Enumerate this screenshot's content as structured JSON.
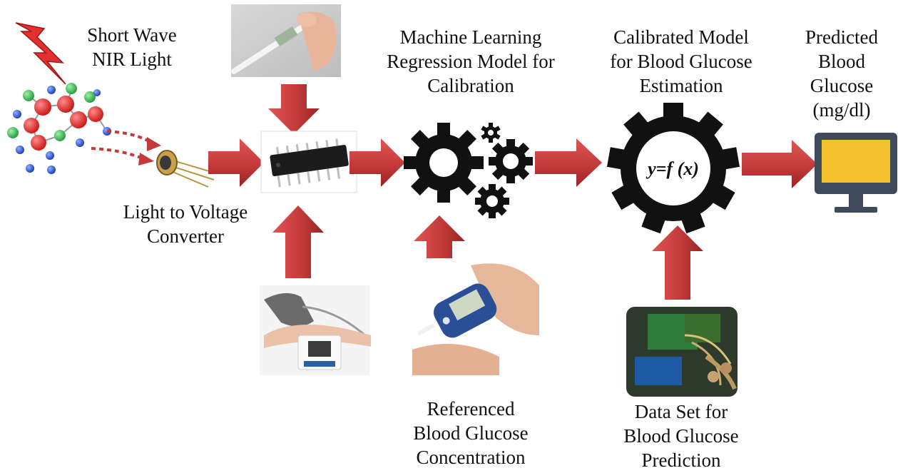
{
  "labels": {
    "nir": [
      "Short Wave",
      "NIR Light"
    ],
    "converter": [
      "Light to Voltage",
      "Converter"
    ],
    "ml_model": [
      "Machine Learning",
      "Regression Model for",
      "Calibration"
    ],
    "calibrated": [
      "Calibrated Model",
      "for Blood Glucose",
      "Estimation"
    ],
    "predicted": [
      "Predicted",
      "Blood",
      "Glucose",
      "(mg/dl)"
    ],
    "referenced": [
      "Referenced",
      "Blood Glucose",
      "Concentration"
    ],
    "dataset": [
      "Data Set for",
      "Blood Glucose",
      "Prediction"
    ],
    "formula": "y=f (x)"
  },
  "colors": {
    "arrow": "#c43a3a",
    "arrow_dark": "#8e1f1f",
    "gear": "#111111",
    "monitor_screen": "#f2c12e",
    "monitor_frame": "#3f4a5a",
    "molecule_red": "#e02020",
    "molecule_green": "#2bb34a",
    "molecule_blue": "#1f4fd1"
  },
  "icons": {
    "bolt": "lightning-bolt-icon",
    "molecule": "molecule-icon",
    "sensor": "photodiode-icon",
    "chip": "microcontroller-chip-icon",
    "gears": "gears-icon",
    "big_gear": "formula-gear-icon",
    "monitor": "monitor-icon",
    "thermometer": "thermometer-photo",
    "bp_monitor": "blood-pressure-monitor-photo",
    "glucometer": "glucometer-photo",
    "circuit": "circuit-board-photo"
  }
}
